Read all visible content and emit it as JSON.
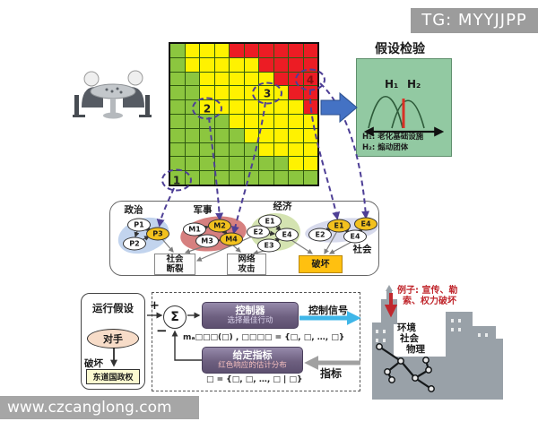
{
  "banner": {
    "text": "TG: MYYJJPP"
  },
  "watermark": {
    "text": "www.czcanglong.com"
  },
  "colors": {
    "banner_grey": "#9C9C9C",
    "grid_green": "#8CC63F",
    "grid_yellow": "#FFF200",
    "grid_red": "#EC1C24",
    "node_highlight_yellow": "#F2C11E",
    "gold_box": "#FFC010",
    "purple_box": "#6E6080",
    "dashed_purple": "#4E3F96",
    "accent_blue": "#4472C4",
    "accent_cyan": "#3FB6E8",
    "hypothesis_green": "#92C9A2",
    "red_accent": "#C0272D"
  },
  "grid": {
    "rows": [
      "GYYYRRRRRR",
      "GYYYYYRRRR",
      "GGYYYYYRRR",
      "GGYYYYYYRR",
      "GGYYYYYYYR",
      "GGGGYYYYYY",
      "GGGGGYYYYY",
      "GGGGGGYYYY",
      "GGGGGGGGYY",
      "GGGGGGGGGG"
    ],
    "callouts": [
      "1",
      "2",
      "3",
      "4"
    ]
  },
  "hypothesis": {
    "title": "假设检验",
    "h1_label": "H₁",
    "h2_label": "H₂",
    "legend_h1": "H₁: 老化基础设施",
    "legend_h2": "H₂: 煽动团体"
  },
  "network": {
    "groups": {
      "politics": {
        "label": "政治",
        "nodes": [
          {
            "label": "P1"
          },
          {
            "label": "P2"
          },
          {
            "label": "P3"
          }
        ]
      },
      "military": {
        "label": "军事",
        "nodes": [
          {
            "label": "M1"
          },
          {
            "label": "M2"
          },
          {
            "label": "M3"
          },
          {
            "label": "M4"
          }
        ]
      },
      "economy": {
        "label": "经济",
        "nodes": [
          {
            "label": "E1"
          },
          {
            "label": "E2"
          },
          {
            "label": "E4"
          },
          {
            "label": "E3"
          }
        ]
      },
      "society": {
        "label": "社会",
        "nodes": [
          {
            "label": "E2"
          },
          {
            "label": "E1"
          },
          {
            "label": "E4"
          },
          {
            "label": "E4"
          }
        ]
      }
    },
    "boxes": {
      "social_fracture_lines": [
        "社会",
        "断裂"
      ],
      "cyber_attack_lines": [
        "网络",
        "攻击"
      ],
      "sabotage": "破坏"
    }
  },
  "control": {
    "operating_hypothesis": "运行假设",
    "adversary": "对手",
    "sabotage": "破坏",
    "host_regime": "东道国政权",
    "plus": "+",
    "minus": "−",
    "sigma": "Σ",
    "controller_title": "控制器",
    "controller_sub": "选择最佳行动",
    "control_signal": "控制信号",
    "formula1": "mₐ□□□(□) , □□□□ = {□, □, …, □}",
    "indicator_title": "给定指标",
    "indicator_sub": "红色响应的估计分布",
    "indicator_label": "指标",
    "formula2": "□ = {□, □, …, □ | □}"
  },
  "city": {
    "example_lines": [
      "例子: 宣传、勒",
      "索、权力破坏"
    ],
    "labels": [
      {
        "text": "环境"
      },
      {
        "text": "社会"
      },
      {
        "text": "物理"
      }
    ]
  }
}
